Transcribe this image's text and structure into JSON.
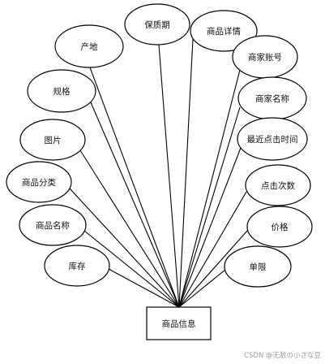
{
  "diagram": {
    "entity": {
      "label": "商品信息"
    },
    "attributes": [
      {
        "key": "origin",
        "label": "产地"
      },
      {
        "key": "shelf_life",
        "label": "保质期"
      },
      {
        "key": "product_details",
        "label": "商品详情"
      },
      {
        "key": "merchant_account",
        "label": "商家账号"
      },
      {
        "key": "spec",
        "label": "规格"
      },
      {
        "key": "merchant_name",
        "label": "商家名称"
      },
      {
        "key": "image",
        "label": "图片"
      },
      {
        "key": "last_click_time",
        "label": "最近点击时间"
      },
      {
        "key": "product_category",
        "label": "商品分类"
      },
      {
        "key": "click_count",
        "label": "点击次数"
      },
      {
        "key": "product_name",
        "label": "商品名称"
      },
      {
        "key": "price",
        "label": "价格"
      },
      {
        "key": "stock",
        "label": "库存"
      },
      {
        "key": "purchase_limit",
        "label": "单限"
      }
    ]
  },
  "watermark": {
    "text": "CSDN @无敌の小さな豆"
  },
  "colors": {
    "stroke": "#000000",
    "text": "#111111",
    "watermark": "#9a9a9a"
  }
}
